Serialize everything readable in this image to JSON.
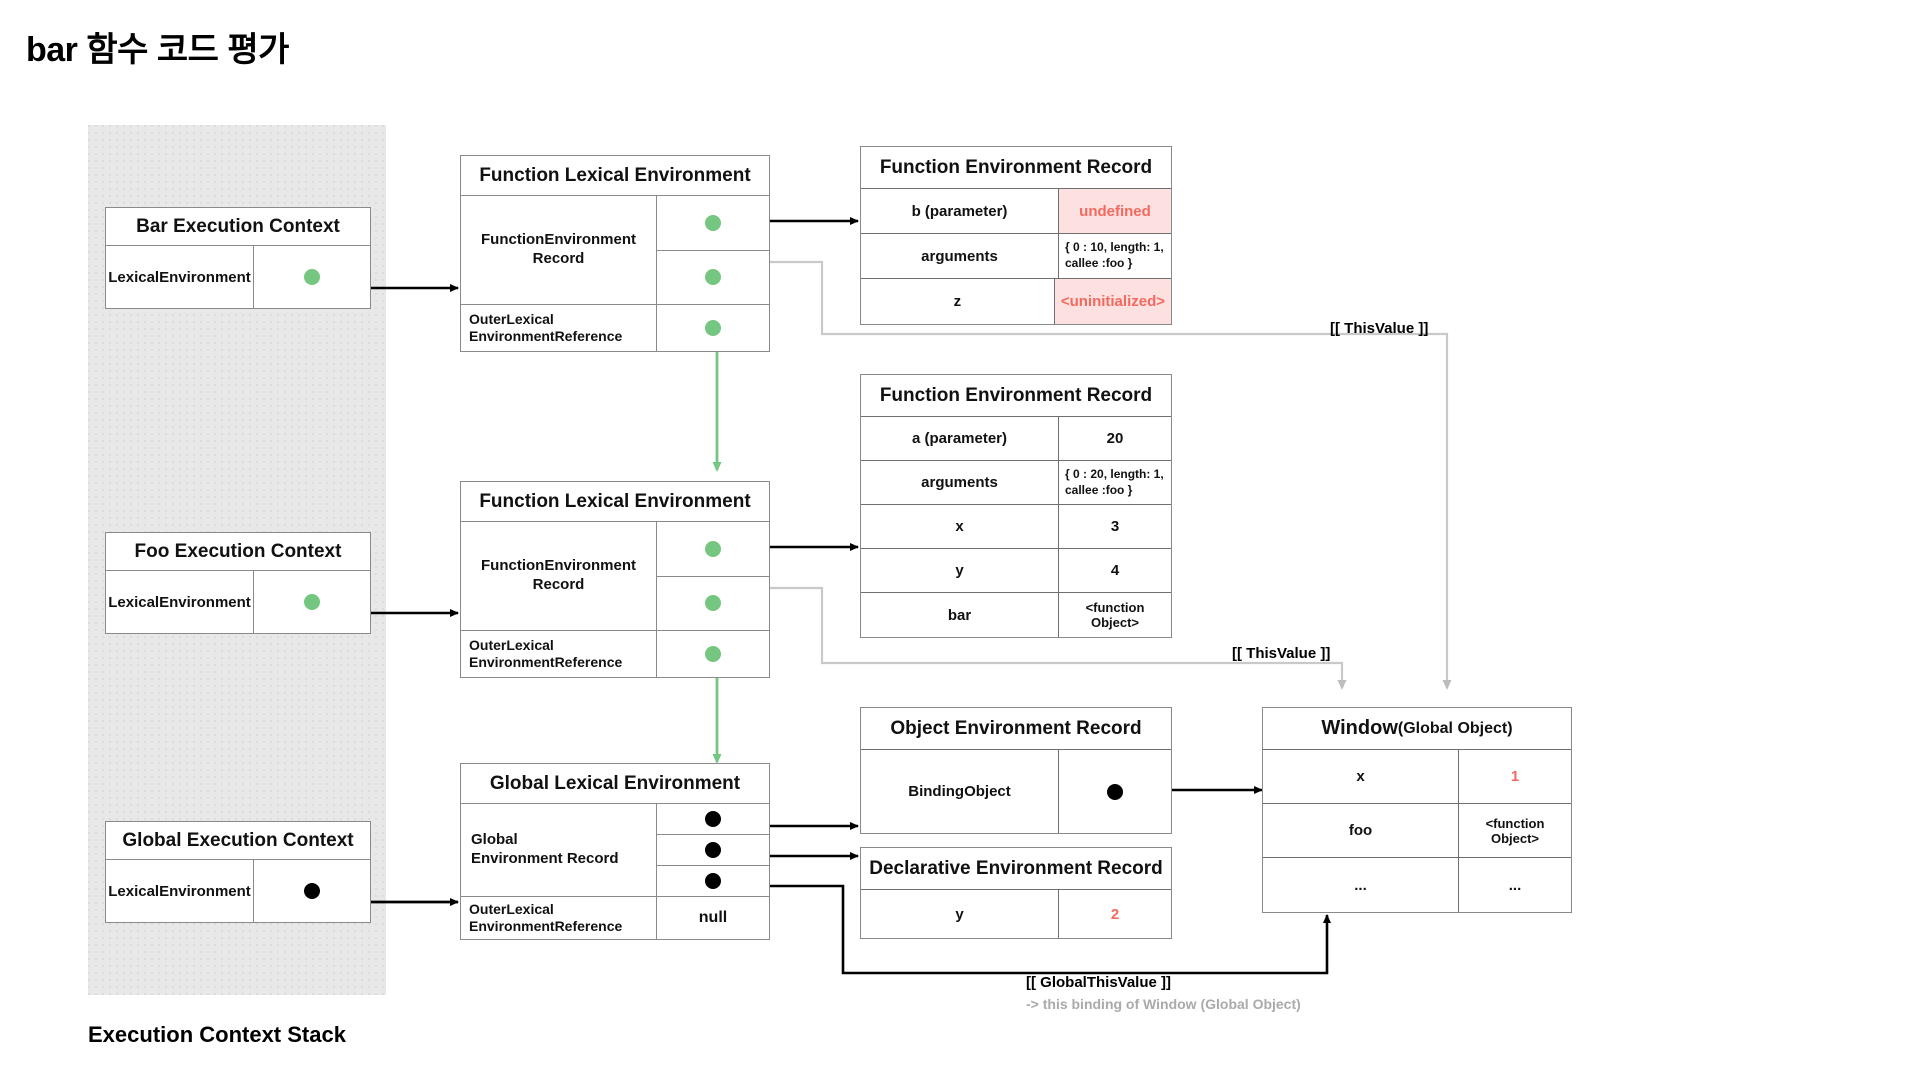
{
  "page": {
    "title": "bar 함수 코드 평가",
    "stack_caption": "Execution Context Stack"
  },
  "colors": {
    "green_pointer": "#74c680",
    "black_pointer": "#000000",
    "warn_text": "#f4695f",
    "warn_bg": "#fde1e1",
    "stack_bg": "#e8e8e8",
    "muted": "#aaaaaa"
  },
  "execution_contexts": [
    {
      "title": "Bar Execution Context",
      "slot_label": "LexicalEnvironment",
      "pointer": "green"
    },
    {
      "title": "Foo Execution Context",
      "slot_label": "LexicalEnvironment",
      "pointer": "green"
    },
    {
      "title": "Global Execution Context",
      "slot_label": "LexicalEnvironment",
      "pointer": "black"
    }
  ],
  "lexical_environments": [
    {
      "title": "Function Lexical Environment",
      "record_label": "FunctionEnvironment\nRecord",
      "record_label_line1": "FunctionEnvironment",
      "record_label_line2": "Record",
      "outer_label_line1": "OuterLexical",
      "outer_label_line2": "EnvironmentReference",
      "outer_value": "",
      "outer_pointer": "green"
    },
    {
      "title": "Function Lexical Environment",
      "record_label_line1": "FunctionEnvironment",
      "record_label_line2": "Record",
      "outer_label_line1": "OuterLexical",
      "outer_label_line2": "EnvironmentReference",
      "outer_value": "",
      "outer_pointer": "green"
    },
    {
      "title": "Global Lexical Environment",
      "record_label_line1": "Global",
      "record_label_line2": "Environment Record",
      "outer_label_line1": "OuterLexical",
      "outer_label_line2": "EnvironmentReference",
      "outer_value": "null",
      "outer_pointer": "none"
    }
  ],
  "bar_function_environment_record": {
    "title": "Function Environment Record",
    "rows": [
      {
        "key": "b (parameter)",
        "value": "undefined",
        "style": "warn"
      },
      {
        "key": "arguments",
        "value": "{ 0 : 10, length: 1, callee :foo }",
        "style": "small"
      },
      {
        "key": "z",
        "value": "<uninitialized>",
        "style": "warn"
      }
    ]
  },
  "foo_function_environment_record": {
    "title": "Function Environment Record",
    "rows": [
      {
        "key": "a (parameter)",
        "value": "20",
        "style": "plain"
      },
      {
        "key": "arguments",
        "value": "{ 0 : 20, length: 1, callee :foo }",
        "style": "small"
      },
      {
        "key": "x",
        "value": "3",
        "style": "plain"
      },
      {
        "key": "y",
        "value": "4",
        "style": "plain"
      },
      {
        "key": "bar",
        "value": "<function Object>",
        "style": "fnobj"
      }
    ]
  },
  "object_environment_record": {
    "title": "Object Environment Record",
    "rows": [
      {
        "key": "BindingObject",
        "value": "",
        "style": "pointer"
      }
    ]
  },
  "declarative_environment_record": {
    "title": "Declarative Environment Record",
    "rows": [
      {
        "key": "y",
        "value": "2",
        "style": "redtext"
      }
    ]
  },
  "window_object": {
    "title_main": "Window",
    "title_sub": "(Global Object)",
    "rows": [
      {
        "key": "x",
        "value": "1",
        "style": "redtext"
      },
      {
        "key": "foo",
        "value": "<function Object>",
        "style": "fnobj"
      },
      {
        "key": "...",
        "value": "...",
        "style": "plain"
      }
    ]
  },
  "annotations": {
    "this_value_top": "[[ ThisValue ]]",
    "this_value_mid": "[[ ThisValue ]]",
    "global_this_value": "[[ GlobalThisValue ]]",
    "global_this_value_note": "-> this binding of Window (Global Object)"
  }
}
